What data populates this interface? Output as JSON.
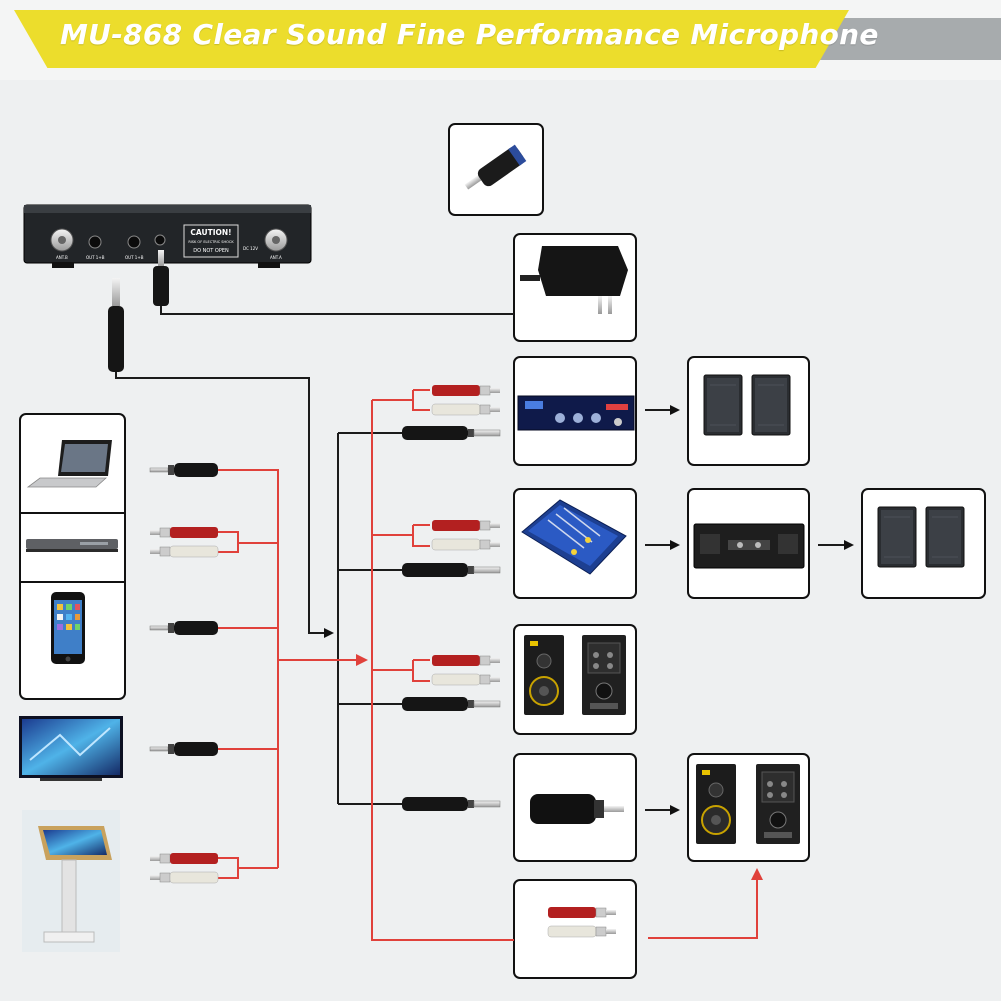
{
  "header": {
    "title": "MU-868 Clear Sound Fine Performance Microphone"
  },
  "receiver": {
    "caution_title": "CAUTION!",
    "caution_line1": "RISK OF ELECTRIC SHOCK",
    "caution_line2": "DO NOT OPEN",
    "ant_b_label": "ANT.B",
    "ant_a_label": "ANT.A",
    "out_1_label": "OUT 1+B",
    "out_2_label": "OUT 1+B",
    "power_label": "DC 12V"
  },
  "colors": {
    "banner_yellow": "#ecdd2c",
    "banner_gray": "#a7abad",
    "audio_wire_black": "#1b1b1b",
    "rca_wire_red": "#e0413b",
    "background": "#eef0f1"
  },
  "icons": [
    "laptop-icon",
    "dvd-player-icon",
    "smartphone-icon",
    "tv-icon",
    "karaoke-kiosk-icon",
    "adapter-plug-icon",
    "power-adapter-icon",
    "amplifier-icon",
    "mixer-icon",
    "studio-monitor-icon",
    "speaker-icon",
    "power-amplifier-icon",
    "rca-cable-icon",
    "jack-cable-icon"
  ]
}
